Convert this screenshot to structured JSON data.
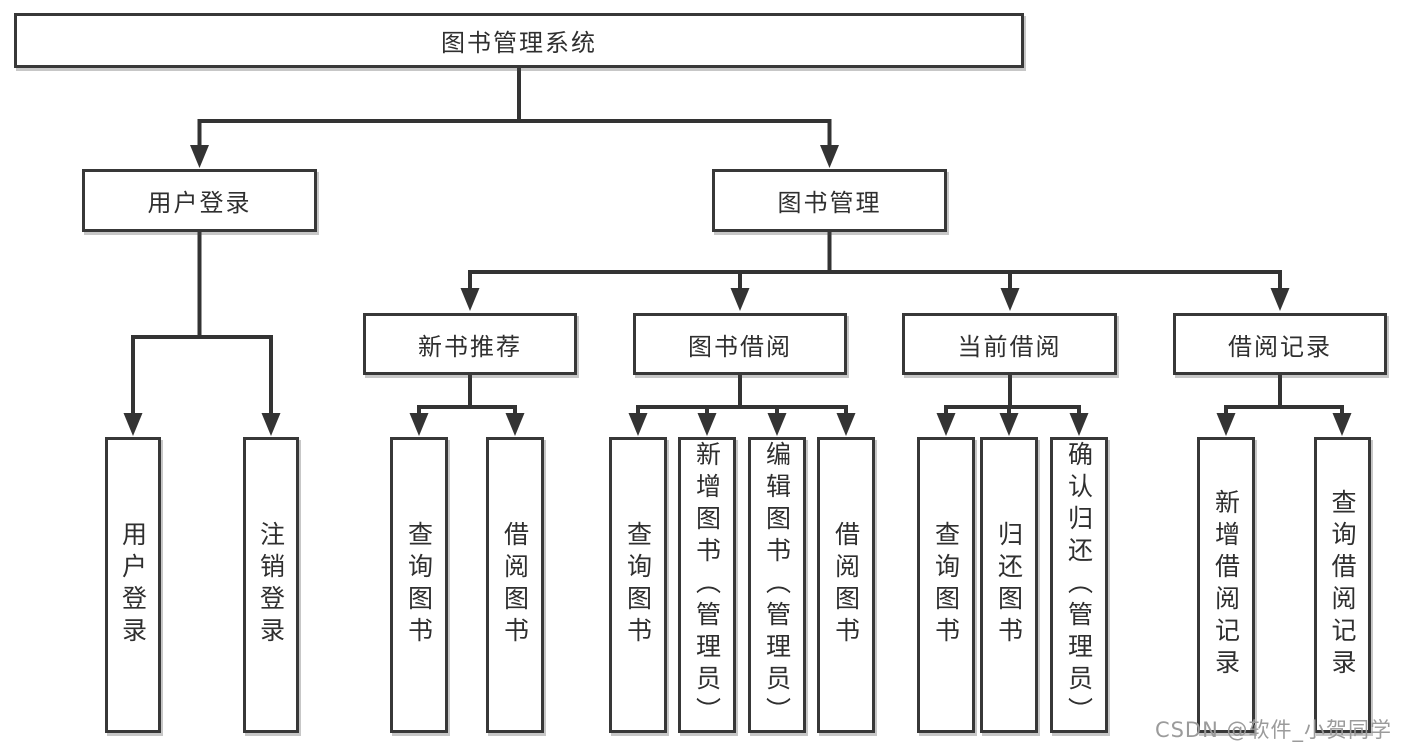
{
  "diagram": {
    "tree": {
      "root": {
        "label": "图书管理系统",
        "children": [
          {
            "label": "用户登录",
            "children": [
              {
                "label": "用户登录"
              },
              {
                "label": "注销登录"
              }
            ]
          },
          {
            "label": "图书管理",
            "children": [
              {
                "label": "新书推荐",
                "children": [
                  {
                    "label": "查询图书"
                  },
                  {
                    "label": "借阅图书"
                  }
                ]
              },
              {
                "label": "图书借阅",
                "children": [
                  {
                    "label": "查询图书"
                  },
                  {
                    "label": "新增图书（管理员）"
                  },
                  {
                    "label": "编辑图书（管理员）"
                  },
                  {
                    "label": "借阅图书"
                  }
                ]
              },
              {
                "label": "当前借阅",
                "children": [
                  {
                    "label": "查询图书"
                  },
                  {
                    "label": "归还图书"
                  },
                  {
                    "label": "确认归还（管理员）"
                  }
                ]
              },
              {
                "label": "借阅记录",
                "children": [
                  {
                    "label": "新增借阅记录"
                  },
                  {
                    "label": "查询借阅记录"
                  }
                ]
              }
            ]
          }
        ]
      }
    },
    "style": {
      "line_color": "#333333",
      "box_border_color": "#383838",
      "text_color": "#2f2f2f",
      "background": "#ffffff"
    }
  },
  "watermark": {
    "text": "CSDN @软件_小贺同学",
    "color": "#9b9b9b"
  }
}
